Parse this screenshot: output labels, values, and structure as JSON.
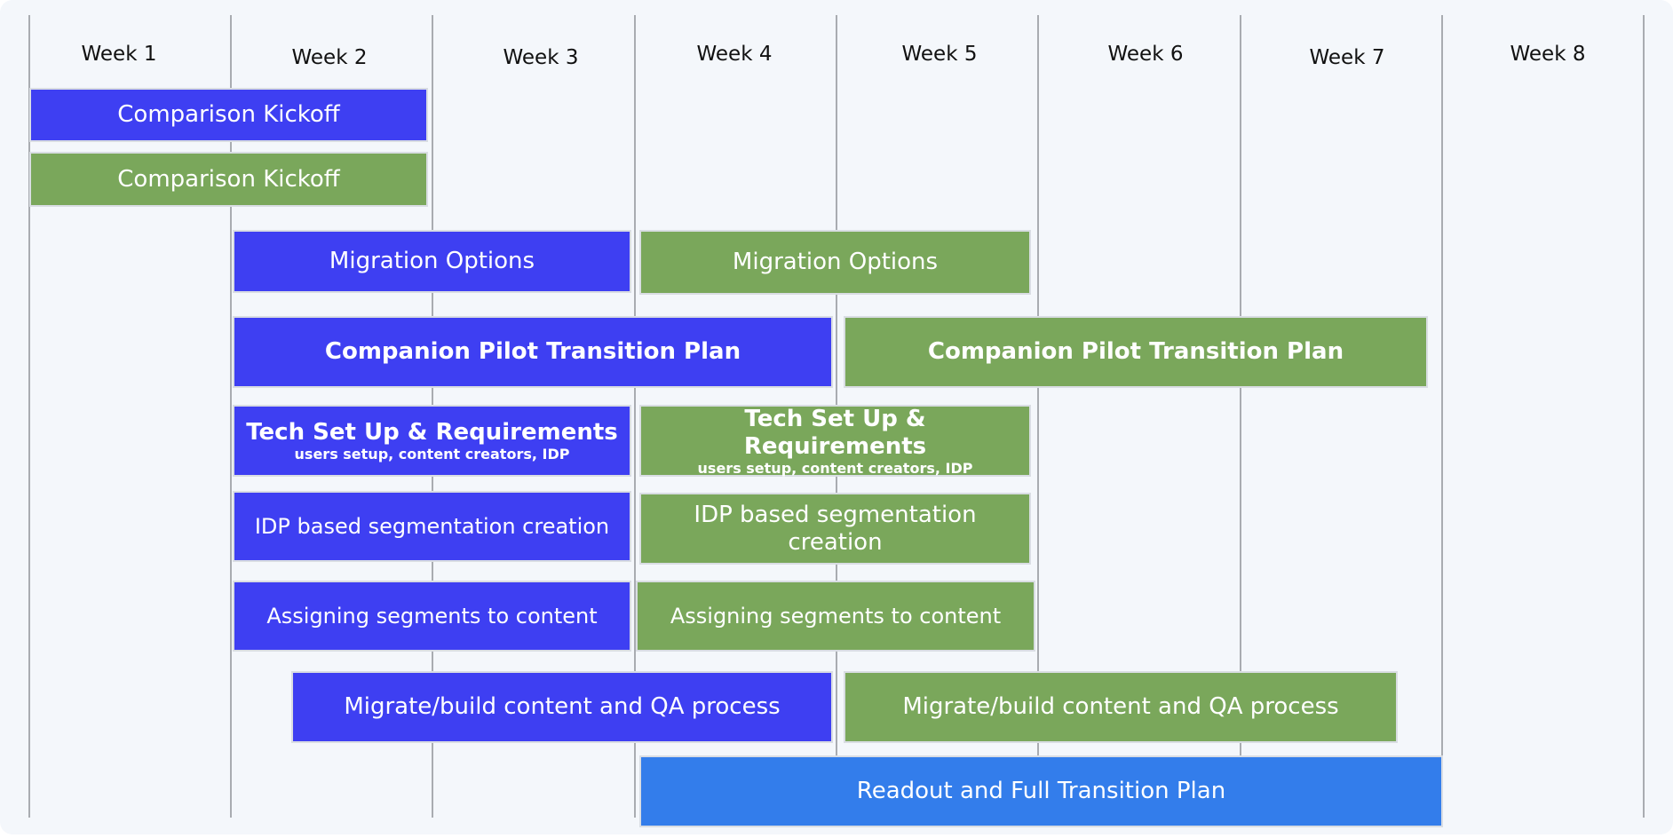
{
  "weeks": [
    "Week 1",
    "Week 2",
    "Week 3",
    "Week 4",
    "Week 5",
    "Week 6",
    "Week 7",
    "Week 8"
  ],
  "colors": {
    "blue": "#3e3ff2",
    "green": "#7aa75b",
    "readout": "#337deb"
  },
  "tasks": {
    "kickoff_blue": {
      "label": "Comparison Kickoff"
    },
    "kickoff_green": {
      "label": "Comparison Kickoff"
    },
    "migration_blue": {
      "label": "Migration Options"
    },
    "migration_green": {
      "label": "Migration Options"
    },
    "pilot_blue": {
      "label": "Companion Pilot Transition Plan"
    },
    "pilot_green": {
      "label": "Companion Pilot Transition Plan"
    },
    "tech_blue": {
      "label": "Tech Set Up & Requirements",
      "sub": "users setup, content creators, IDP"
    },
    "tech_green": {
      "label": "Tech Set Up & Requirements",
      "sub": "users setup, content creators, IDP"
    },
    "idp_blue": {
      "label": "IDP based segmentation creation"
    },
    "idp_green": {
      "label": "IDP based segmentation creation"
    },
    "assign_blue": {
      "label": "Assigning segments to content"
    },
    "assign_green": {
      "label": "Assigning segments to content"
    },
    "migrate_blue": {
      "label": "Migrate/build content and QA process"
    },
    "migrate_green": {
      "label": "Migrate/build content and QA process"
    },
    "readout": {
      "label": "Readout and Full Transition Plan"
    }
  }
}
